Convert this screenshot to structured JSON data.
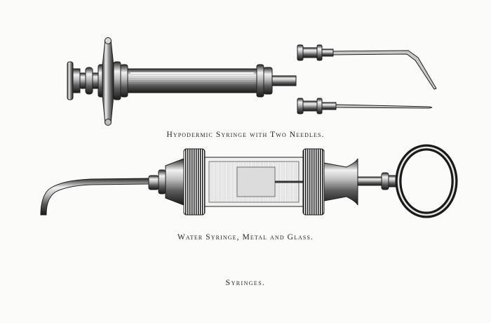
{
  "captions": {
    "hypodermic": "Hypodermic Syringe with Two Needles.",
    "water": "Water Syringe, Metal and Glass.",
    "title": "Syringes."
  },
  "colors": {
    "ink": "#1e1e1e",
    "paper": "#fbfbfa"
  }
}
